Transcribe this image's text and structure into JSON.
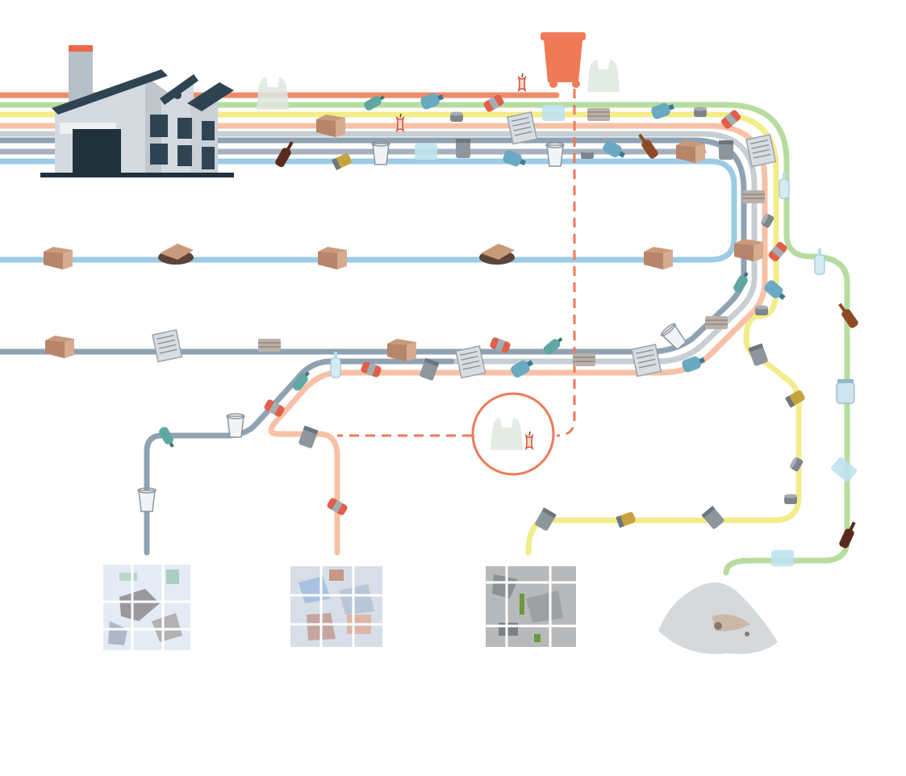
{
  "diagram": {
    "kind": "recycling-sorting-flow",
    "streams": [
      {
        "name": "residual-waste",
        "color": "#f08a6a"
      },
      {
        "name": "glass",
        "color": "#b7dca0"
      },
      {
        "name": "metal",
        "color": "#f3ec8a"
      },
      {
        "name": "mixed-plastics",
        "color": "#f7c1a6"
      },
      {
        "name": "plastic-film",
        "color": "#a5b2bd"
      },
      {
        "name": "paper",
        "color": "#8fa2b3"
      },
      {
        "name": "cardboard",
        "color": "#9ccbe6"
      }
    ],
    "icons": [
      "factory-icon",
      "waste-bin-icon",
      "plastic-bag-icon",
      "cardboard-box-icon",
      "newspaper-icon",
      "can-icon",
      "bottle-icon",
      "cup-icon",
      "apple-core-icon",
      "bale-icon",
      "waste-pile-icon"
    ],
    "outputs": [
      "plastic-bale",
      "mixed-bale",
      "metal-bale",
      "glass-pile"
    ]
  }
}
